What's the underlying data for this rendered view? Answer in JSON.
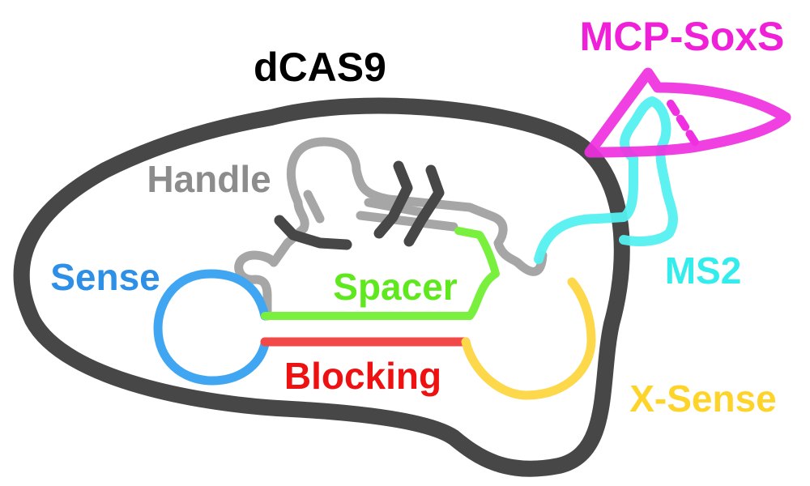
{
  "labels": {
    "dcas9": "dCAS9",
    "mcp_soxs": "MCP-SoxS",
    "handle": "Handle",
    "sense": "Sense",
    "spacer": "Spacer",
    "blocking": "Blocking",
    "ms2": "MS2",
    "x_sense": "X-Sense"
  },
  "colors": {
    "dcas9": "#474747",
    "handle": "#a6a6a6",
    "sense": "#41a6f2",
    "spacer": "#7af03e",
    "blocking": "#f24848",
    "x_sense": "#fcd84a",
    "ms2": "#55f0f0",
    "mcp_soxs": "#f030e0",
    "text_black": "#000000",
    "text_gray": "#8c8c8c",
    "text_sense": "#2e8fe6",
    "text_spacer": "#5fe81e",
    "text_blocking": "#ee1111",
    "text_ms2": "#33eded",
    "text_x_sense": "#ffd42a",
    "text_mcp": "#f020d8"
  }
}
